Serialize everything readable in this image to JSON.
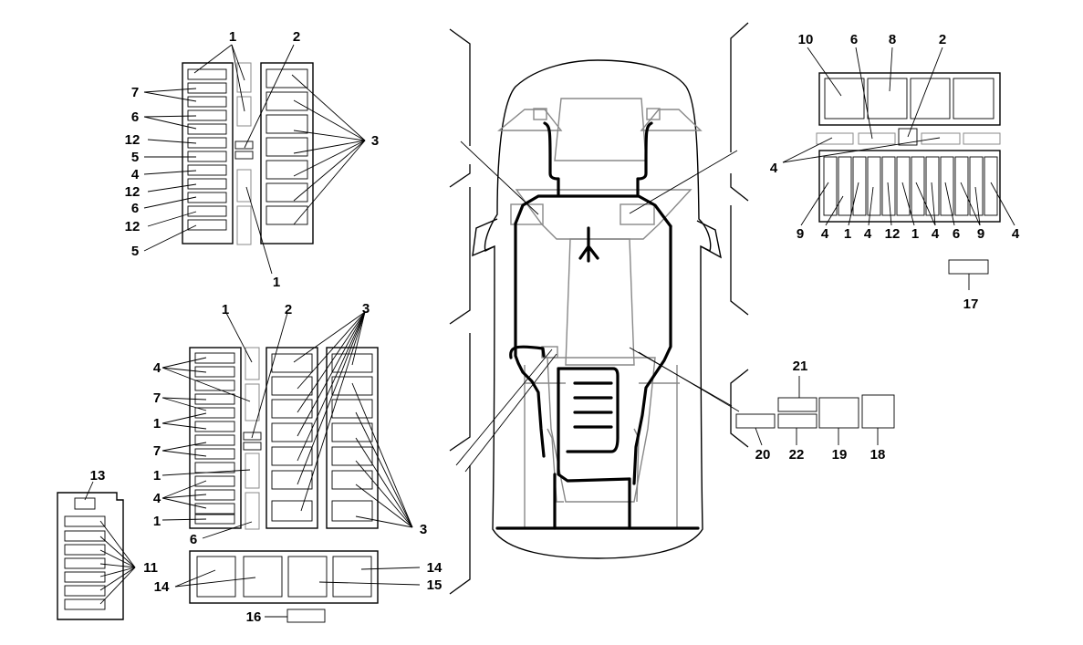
{
  "diagram": {
    "labels": {
      "tl": [
        "1",
        "2",
        "7",
        "6",
        "12",
        "5",
        "4",
        "12",
        "6",
        "12",
        "5",
        "3",
        "1"
      ],
      "bl": [
        "1",
        "2",
        "3",
        "4",
        "7",
        "1",
        "7",
        "1",
        "4",
        "1",
        "6",
        "3",
        "13",
        "11",
        "14",
        "15",
        "14",
        "16"
      ],
      "tr": [
        "10",
        "6",
        "8",
        "2",
        "4",
        "9",
        "4",
        "1",
        "4",
        "12",
        "1",
        "4",
        "6",
        "9",
        "4",
        "17"
      ],
      "br": [
        "21",
        "20",
        "22",
        "19",
        "18"
      ]
    }
  }
}
